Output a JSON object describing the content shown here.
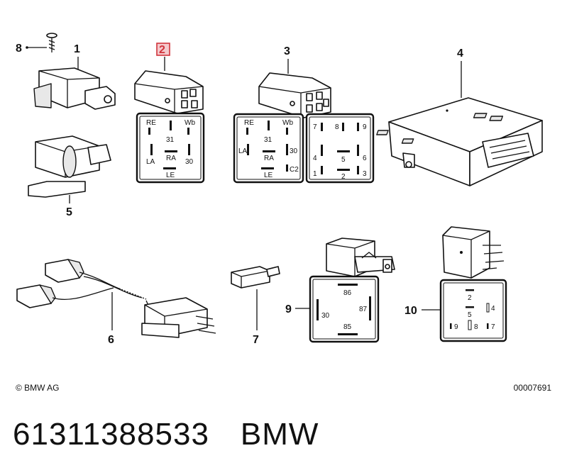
{
  "callouts": {
    "c1": "1",
    "c2": "2",
    "c3": "3",
    "c4": "4",
    "c5": "5",
    "c6": "6",
    "c7": "7",
    "c8": "8",
    "c9": "9",
    "c10": "10"
  },
  "pins": {
    "p2": {
      "re": "RE",
      "wb": "Wb",
      "n31": "31",
      "la": "LA",
      "ra": "RA",
      "n30": "30",
      "le": "LE"
    },
    "p3a": {
      "re": "RE",
      "wb": "Wb",
      "n31": "31",
      "la": "LA",
      "ra": "RA",
      "n30": "30",
      "le": "LE",
      "c2": "C2"
    },
    "p3b": {
      "n7": "7",
      "n8": "8",
      "n9": "9",
      "n4": "4",
      "n5": "5",
      "n6": "6",
      "n1": "1",
      "n2": "2",
      "n3": "3"
    },
    "p9": {
      "n86": "86",
      "n30": "30",
      "n87": "87",
      "n85": "85"
    },
    "p10": {
      "n2": "2",
      "n5": "5",
      "n4": "4",
      "n9": "9",
      "n8": "8",
      "n7": "7"
    }
  },
  "footer": {
    "copyright": "© BMW AG",
    "diagram_id": "00007691"
  },
  "part": {
    "number": "61311388533",
    "brand": "BMW"
  },
  "colors": {
    "highlight": "#d0343c",
    "highlight_fill": "#f4c9cc",
    "ink": "#111111"
  }
}
